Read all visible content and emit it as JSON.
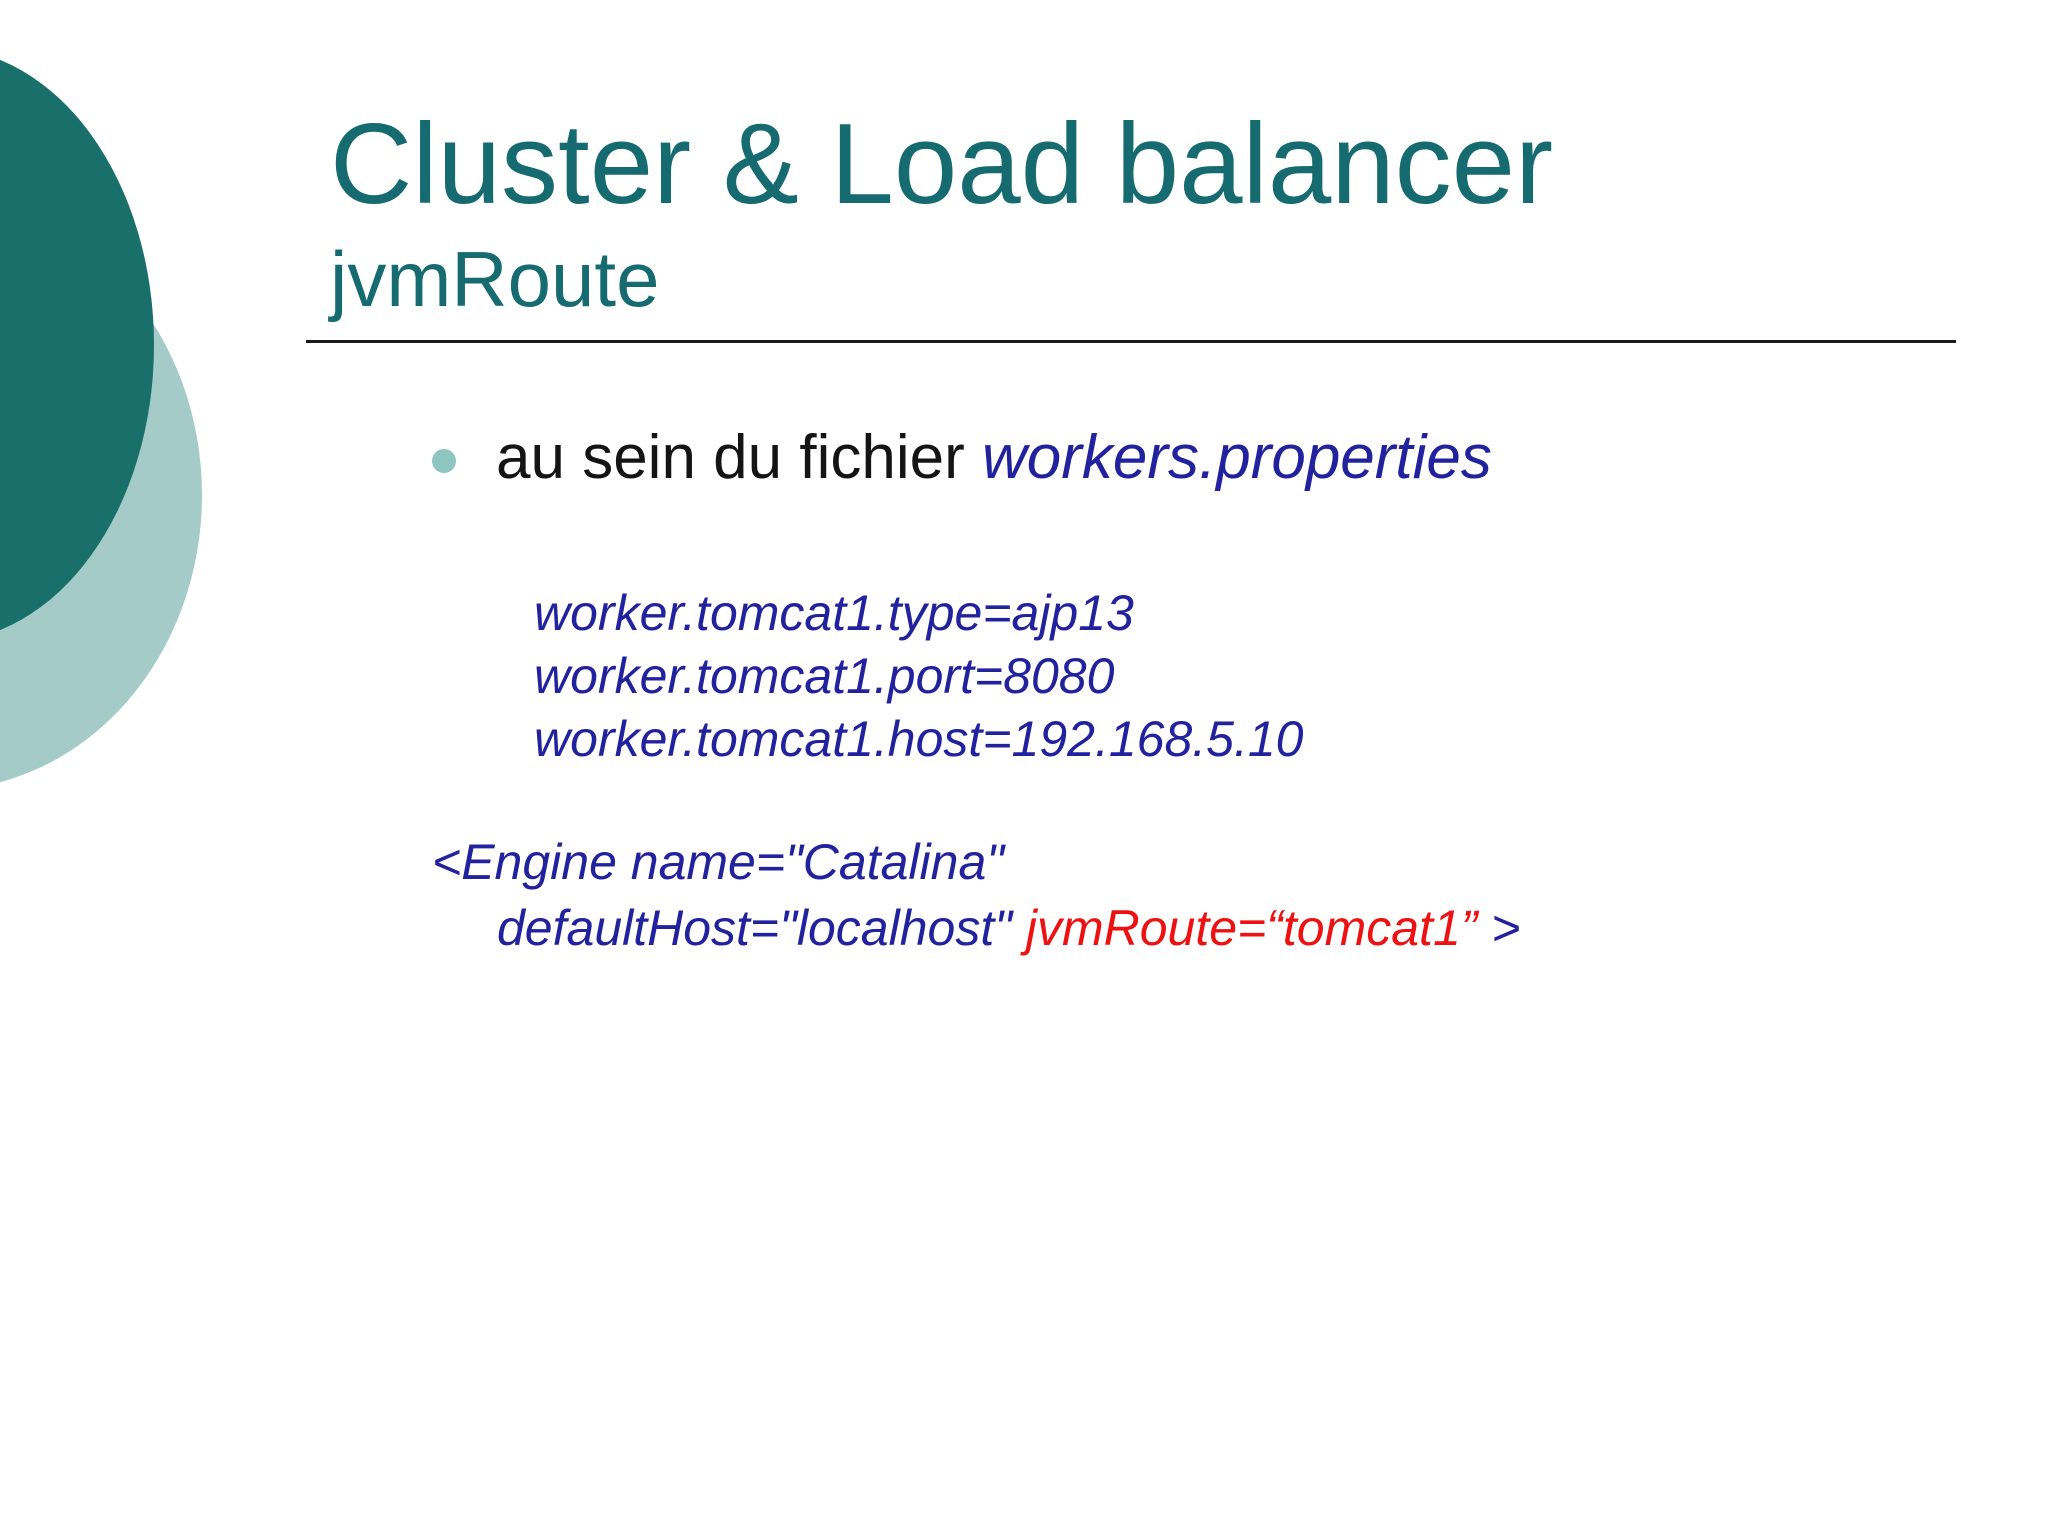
{
  "slide": {
    "title": "Cluster & Load balancer",
    "subtitle": "jvmRoute",
    "bullet": {
      "prefix": "au sein du fichier ",
      "emphasis": "workers.properties"
    },
    "code_lines": [
      "worker.tomcat1.type=ajp13",
      "worker.tomcat1.port=8080",
      "worker.tomcat1.host=192.168.5.10"
    ],
    "engine": {
      "line1": "<Engine name=\"Catalina\"",
      "line2_default_host": "defaultHost=\"localhost\" ",
      "line2_jvmroute": "jvmRoute=“tomcat1”",
      "line2_close": " >"
    },
    "colors": {
      "background": "#ffffff",
      "title_teal": "#156b6f",
      "dark_circle": "#19706b",
      "light_circle": "#a4cbc7",
      "bullet_dot": "#8fc5c0",
      "code_navy": "#22229e",
      "highlight_red": "#ee1111",
      "divider": "#1a1a1a",
      "body_text": "#141414"
    }
  }
}
